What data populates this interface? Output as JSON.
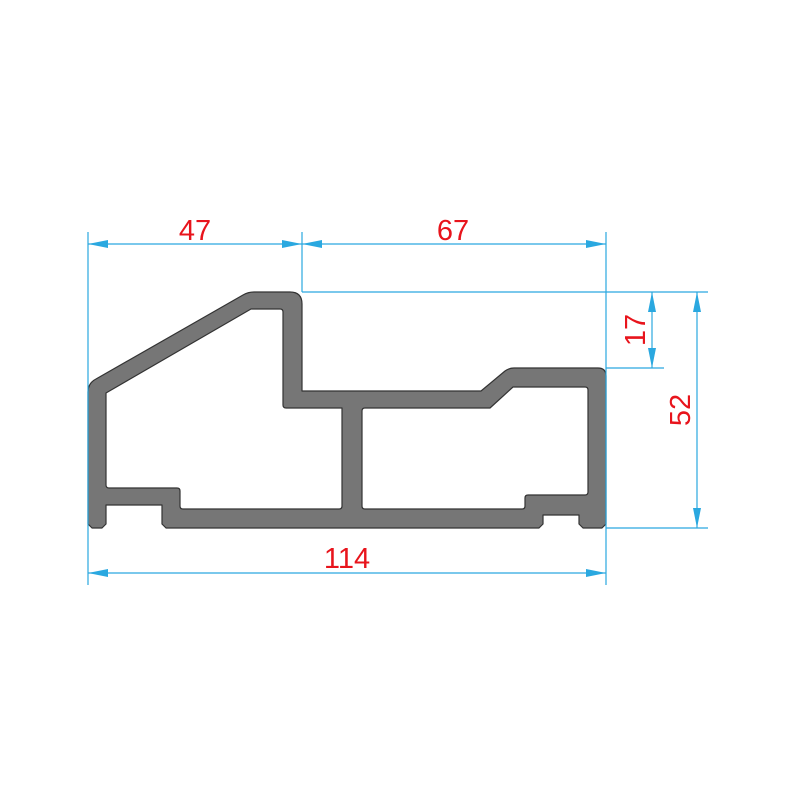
{
  "colors": {
    "profile_fill": "#767676",
    "profile_outline": "#333333",
    "dimension_line": "#2aa8e0",
    "dimension_text": "#e8141c"
  },
  "dimensions": {
    "top_left_width": "47",
    "top_right_width": "67",
    "overall_width": "114",
    "step_height": "17",
    "overall_height": "52"
  }
}
